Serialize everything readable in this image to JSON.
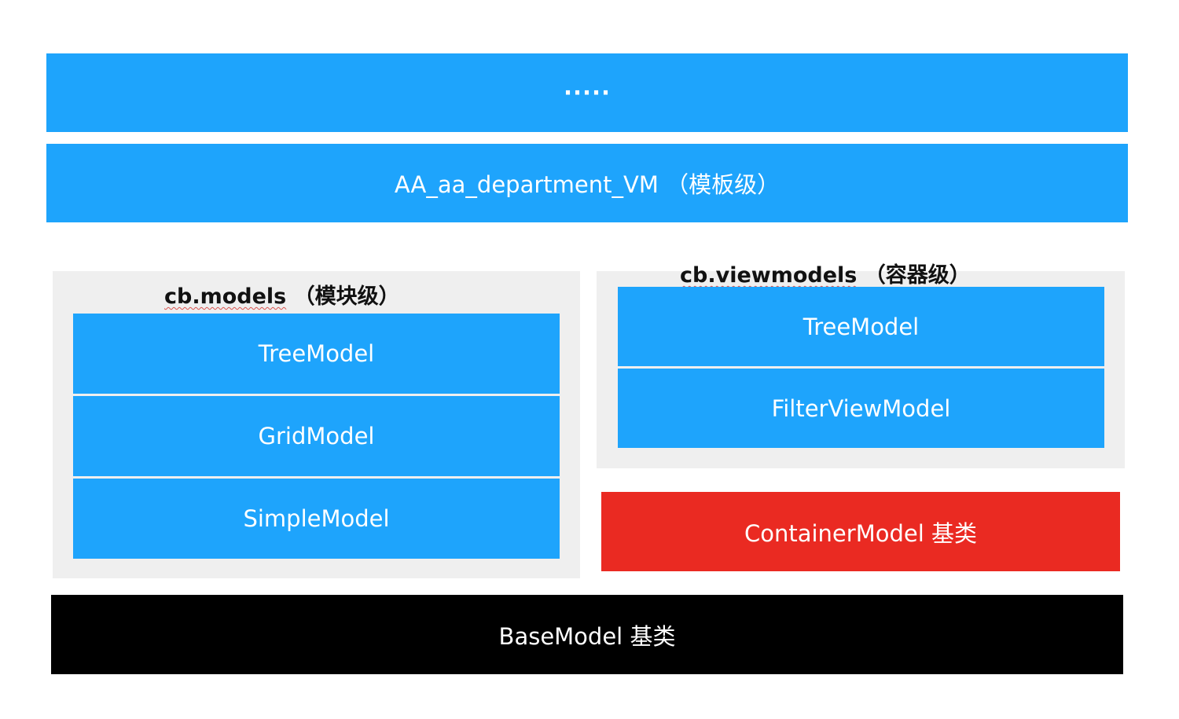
{
  "layers": {
    "ellipsis": "·····",
    "template_vm": "AA_aa_department_VM （模板级）"
  },
  "models_panel": {
    "title_name": "cb.models",
    "title_suffix": " （模块级）",
    "items": [
      "TreeModel",
      "GridModel",
      "SimpleModel"
    ]
  },
  "viewmodels_panel": {
    "title_name": "cb.viewmodels",
    "title_suffix": " （容器级）",
    "items": [
      "TreeModel",
      "FilterViewModel"
    ]
  },
  "container_model": "ContainerModel 基类",
  "base_model": "BaseModel 基类",
  "colors": {
    "blue": "#1ea4fc",
    "red": "#ea2a22",
    "black": "#000000",
    "panel": "#efefef"
  }
}
